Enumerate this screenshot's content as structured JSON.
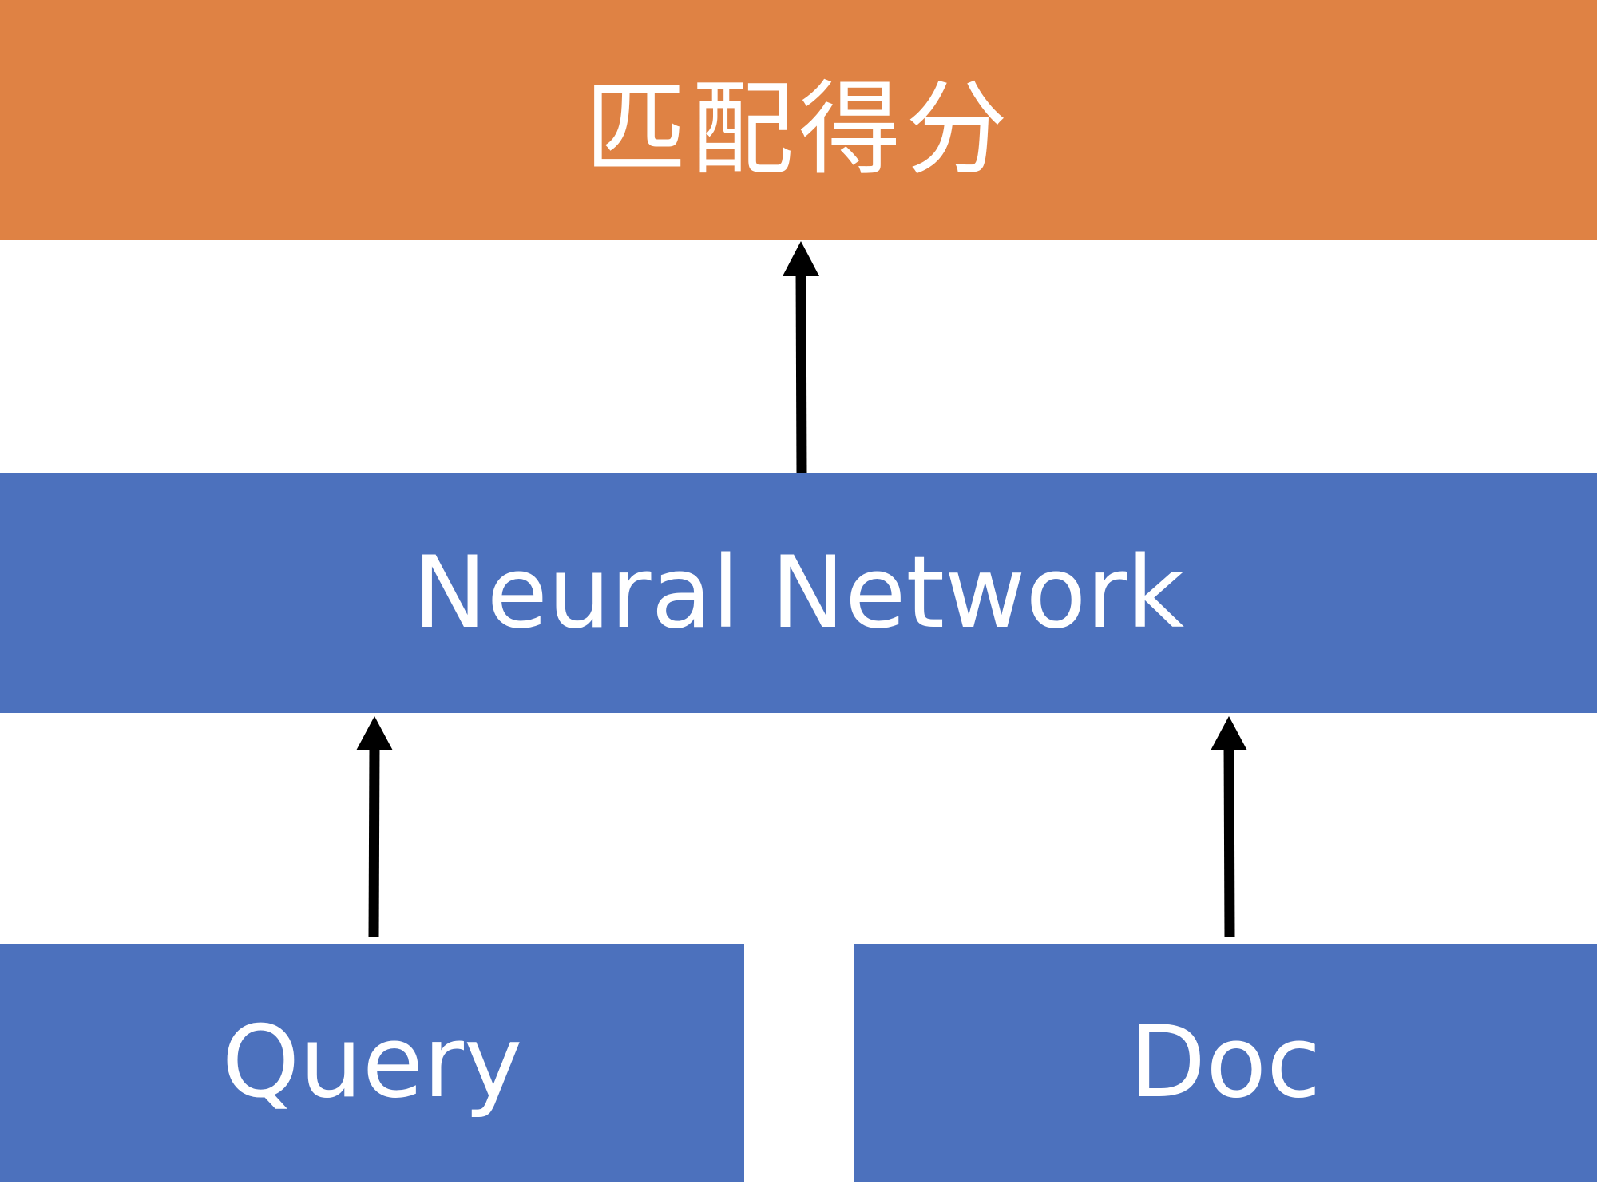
{
  "colors": {
    "score_box": "#DF8244",
    "network_box": "#4C71BD",
    "input_box": "#4C71BD",
    "text": "#FFFFFF",
    "arrow": "#000000",
    "background": "#FFFFFF"
  },
  "nodes": {
    "score": {
      "label": "匹配得分"
    },
    "network": {
      "label": "Neural Network"
    },
    "query": {
      "label": "Query"
    },
    "doc": {
      "label": "Doc"
    }
  },
  "edges": [
    {
      "from": "query",
      "to": "network"
    },
    {
      "from": "doc",
      "to": "network"
    },
    {
      "from": "network",
      "to": "score"
    }
  ]
}
